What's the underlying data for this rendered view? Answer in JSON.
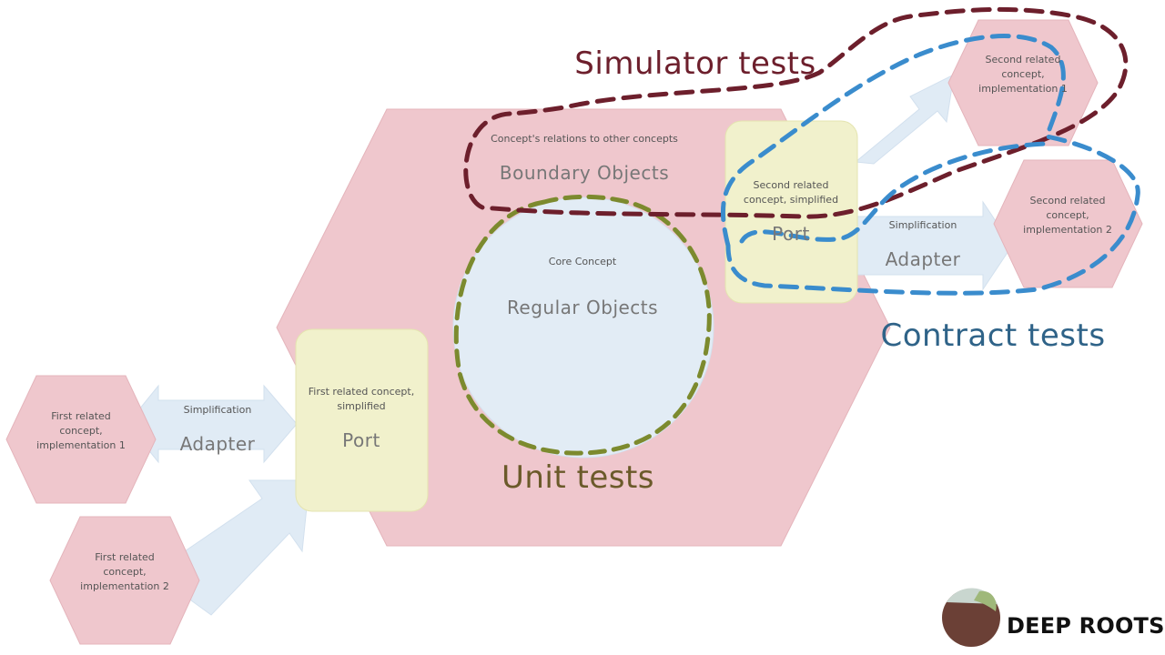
{
  "diagram": {
    "core": {
      "caption": "Core Concept",
      "title": "Regular Objects"
    },
    "boundary": {
      "caption": "Concept's relations to other concepts",
      "title": "Boundary Objects"
    },
    "port_first": {
      "caption": "First related concept, simplified",
      "title": "Port"
    },
    "port_second": {
      "caption": "Second related concept, simplified",
      "title": "Port"
    },
    "adapter_first": {
      "caption": "Simplification",
      "title": "Adapter"
    },
    "adapter_second": {
      "caption": "Simplification",
      "title": "Adapter"
    },
    "implementations": {
      "first_1": "First related concept, implementation 1",
      "first_2": "First related concept, implementation 2",
      "second_1": "Second related concept, implementation 1",
      "second_2": "Second related concept, implementation 2"
    },
    "test_labels": {
      "simulator": "Simulator tests",
      "contract": "Contract tests",
      "unit": "Unit tests"
    },
    "colors": {
      "hexagon_fill": "#efc7cd",
      "port_fill": "#f1f1cc",
      "core_fill": "#e2ecf5",
      "arrow_fill": "#e0ebf5",
      "simulator_color": "#6d1f2c",
      "contract_color": "#3a8ccd",
      "unit_color": "#7c8a2e",
      "contract_text_color": "#2f6388",
      "unit_text_color": "#6b5a2a"
    }
  },
  "logo": {
    "text": "DEEP ROOTS"
  }
}
